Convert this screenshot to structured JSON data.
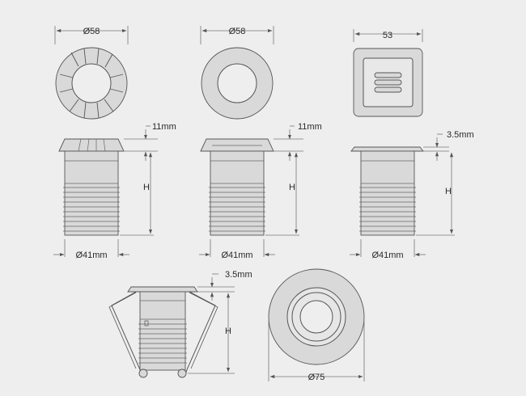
{
  "colors": {
    "background": "#eeeeee",
    "line": "#555555",
    "fill": "#d9d9d9"
  },
  "labels": {
    "dia58_a": "Ø58",
    "dia58_b": "Ø58",
    "sq53": "53",
    "t11_a": "11mm",
    "t11_b": "11mm",
    "t35_a": "3.5mm",
    "t35_b": "3.5mm",
    "h_a": "H",
    "h_b": "H",
    "h_c": "H",
    "h_d": "H",
    "d41_a": "Ø41mm",
    "d41_b": "Ø41mm",
    "d41_c": "Ø41mm",
    "d75": "Ø75"
  }
}
